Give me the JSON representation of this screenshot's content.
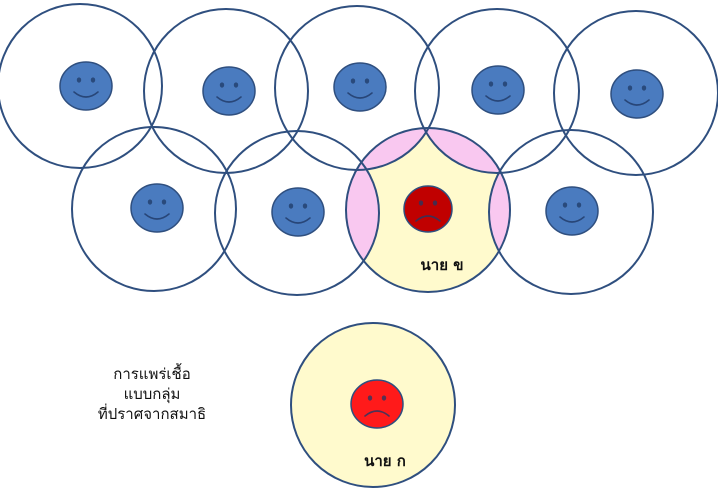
{
  "colors": {
    "circle_stroke": "#2F4F7F",
    "happy_face": "#4A7BBF",
    "sad_face_infected": "#C00000",
    "sad_face_origin": "#FF1A1A",
    "highlight_fill": "#FFFACD",
    "overlap_fill": "#F9C8F0"
  },
  "labels": {
    "member_kho": "นาย ข",
    "origin_ko": "นาย  ก"
  },
  "caption": {
    "line1": "การแพร่เชื้อ",
    "line2": "แบบกลุ่ม",
    "line3": "ที่ปราศจากสมาธิ"
  },
  "faces": [
    {
      "name": "face-row1-1",
      "mood": "happy"
    },
    {
      "name": "face-row1-2",
      "mood": "happy"
    },
    {
      "name": "face-row1-3",
      "mood": "happy"
    },
    {
      "name": "face-row1-4",
      "mood": "happy"
    },
    {
      "name": "face-row1-5",
      "mood": "happy"
    },
    {
      "name": "face-row2-1",
      "mood": "happy"
    },
    {
      "name": "face-row2-2",
      "mood": "happy"
    },
    {
      "name": "face-row2-3",
      "mood": "sad"
    },
    {
      "name": "face-row2-4",
      "mood": "happy"
    },
    {
      "name": "face-origin",
      "mood": "sad"
    }
  ]
}
